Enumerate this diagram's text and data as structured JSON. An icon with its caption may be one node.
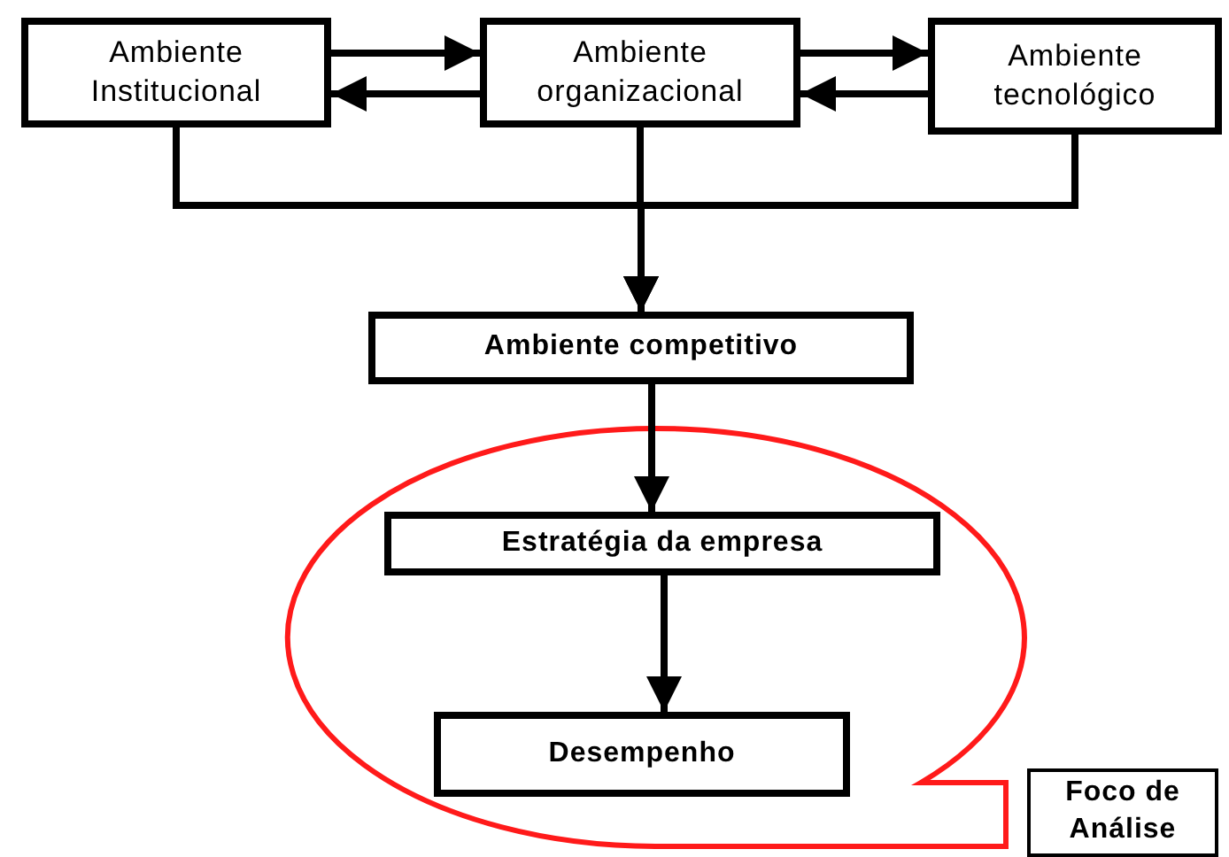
{
  "diagram": {
    "nodes": [
      {
        "text": [
          "Ambiente Institucional"
        ]
      },
      {
        "text": [
          "Ambiente organizacional"
        ]
      },
      {
        "text": [
          "Ambiente tecnológico"
        ]
      },
      {
        "text": [
          "Ambiente competitivo"
        ]
      },
      {
        "text": [],
        "shape": "callout"
      },
      {
        "text": [
          "Estratégia da empresa"
        ],
        "in": 4
      },
      {
        "text": [
          "Desempenho"
        ],
        "in": 4
      },
      {
        "text": [
          "Foco de Análise"
        ]
      }
    ],
    "edges": [
      {
        "from": 0,
        "to": 1,
        "arrow": "to"
      },
      {
        "from": 1,
        "to": 0,
        "arrow": "to"
      },
      {
        "from": 1,
        "to": 2,
        "arrow": "to"
      },
      {
        "from": 2,
        "to": 1,
        "arrow": "to"
      },
      {
        "from": 0,
        "to": 3,
        "arrow": "to"
      },
      {
        "from": 1,
        "to": 3,
        "arrow": "to"
      },
      {
        "from": 2,
        "to": 3,
        "arrow": "to"
      },
      {
        "from": 3,
        "to": 5,
        "arrow": "to"
      },
      {
        "from": 5,
        "to": 6,
        "arrow": "to"
      }
    ]
  }
}
